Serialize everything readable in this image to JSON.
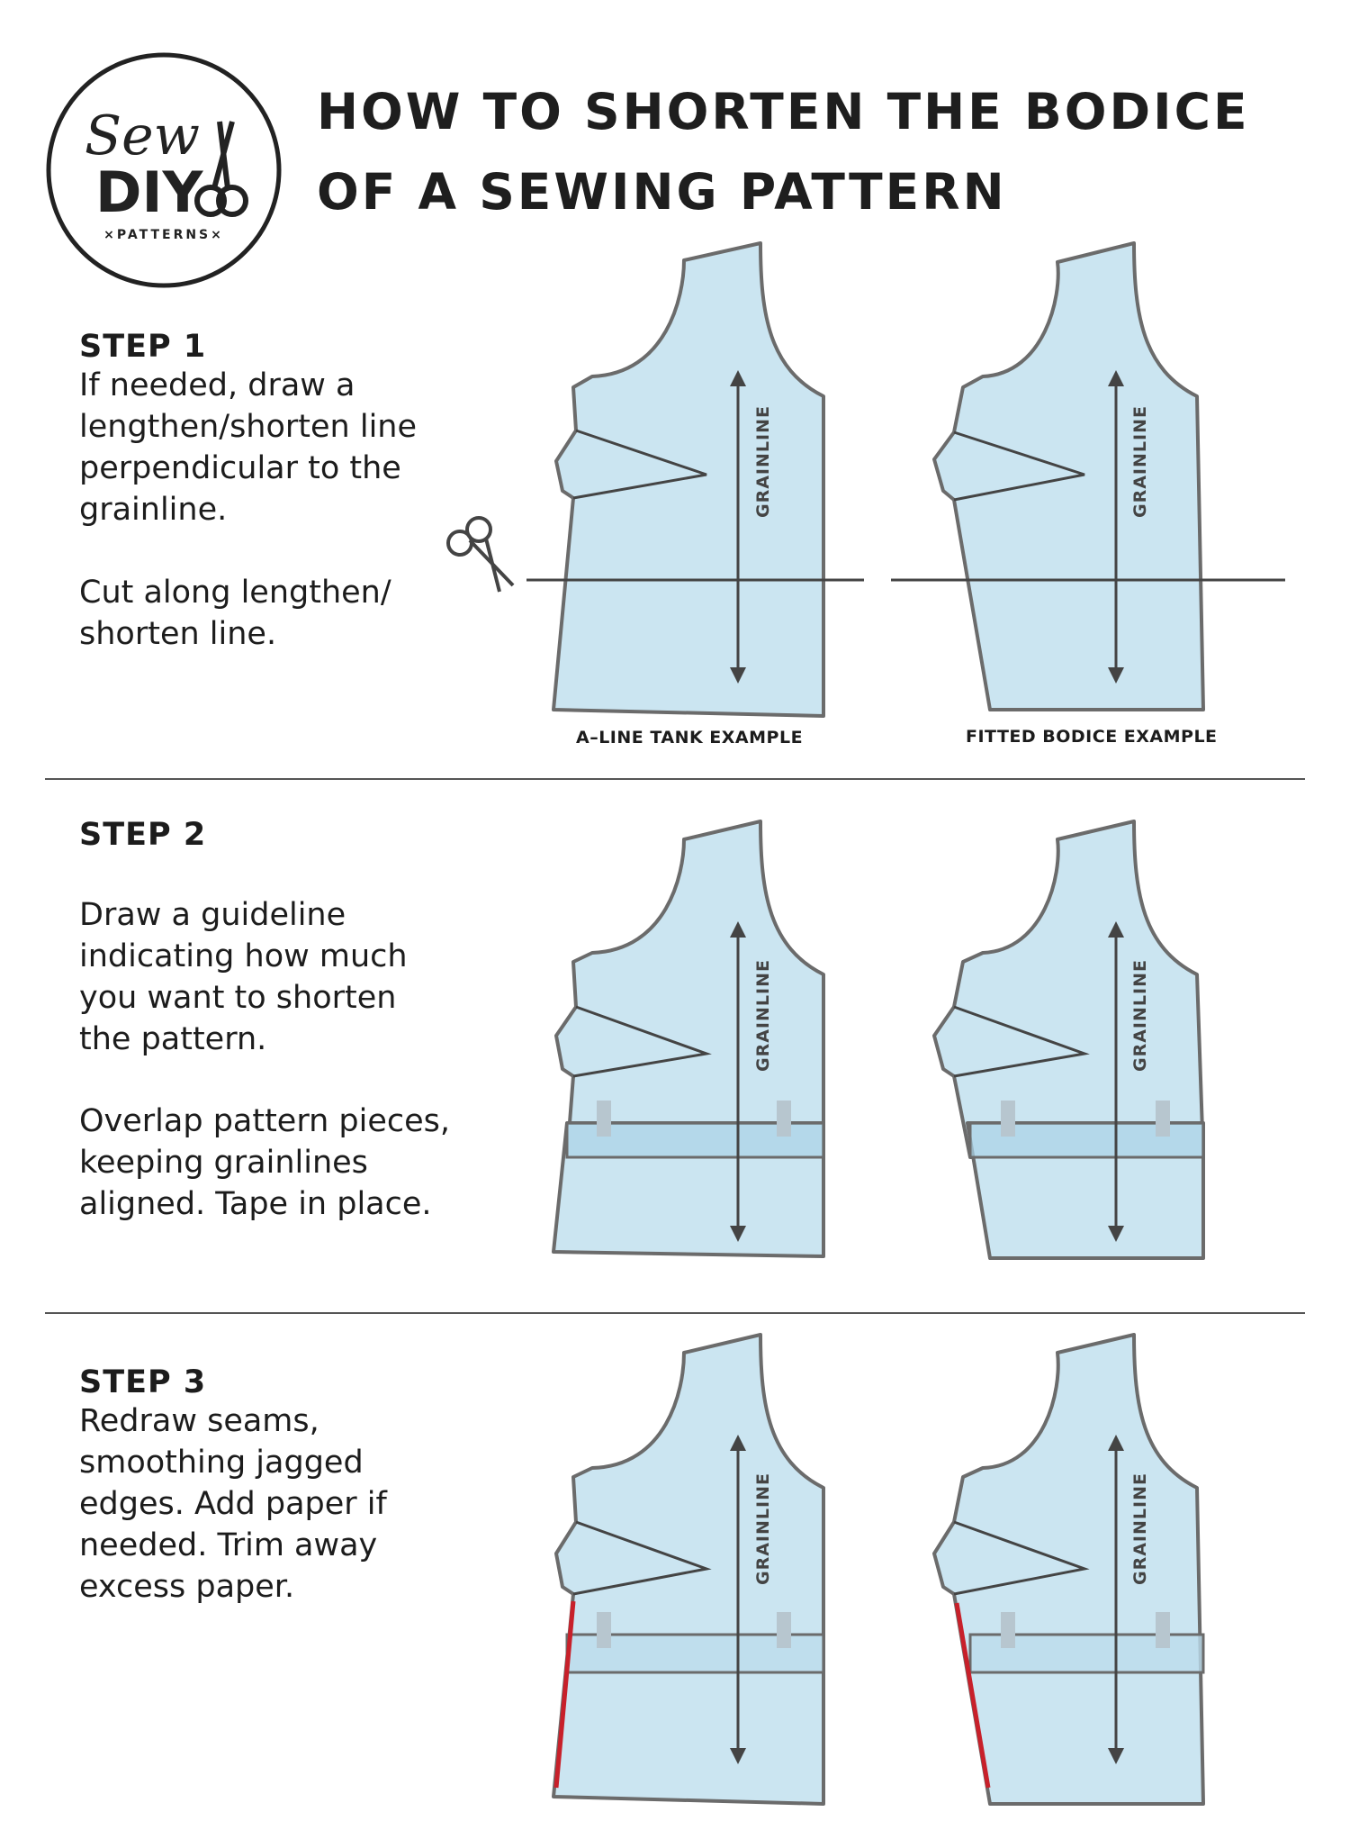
{
  "logo": {
    "script_text": "Sew",
    "main_text": "DIY",
    "sub_text": "×PATTERNS×",
    "icon": "scissors-icon"
  },
  "title": {
    "line1": "HOW TO SHORTEN THE BODICE",
    "line2": "OF A SEWING PATTERN"
  },
  "steps": [
    {
      "heading": "STEP 1",
      "paragraphs": [
        "If needed, draw a lengthen/shorten line perpendicular to the grainline.",
        "Cut along lengthen/ shorten line."
      ]
    },
    {
      "heading": "STEP 2",
      "paragraphs": [
        "Draw a guideline indicating how much you want to shorten the pattern.",
        "Overlap pattern pieces, keeping grainlines aligned. Tape in place."
      ]
    },
    {
      "heading": "STEP 3",
      "paragraphs": [
        "Redraw seams, smoothing jagged edges. Add paper if needed. Trim away excess paper."
      ]
    }
  ],
  "captions": {
    "aline": "A–LINE TANK EXAMPLE",
    "fitted": "FITTED BODICE EXAMPLE"
  },
  "grainline_label": "GRAINLINE",
  "colors": {
    "pattern_fill": "#cbe5f1",
    "outline": "#6b6b6b",
    "redrawn_seam": "#c8202a",
    "text": "#1c1c1c"
  }
}
